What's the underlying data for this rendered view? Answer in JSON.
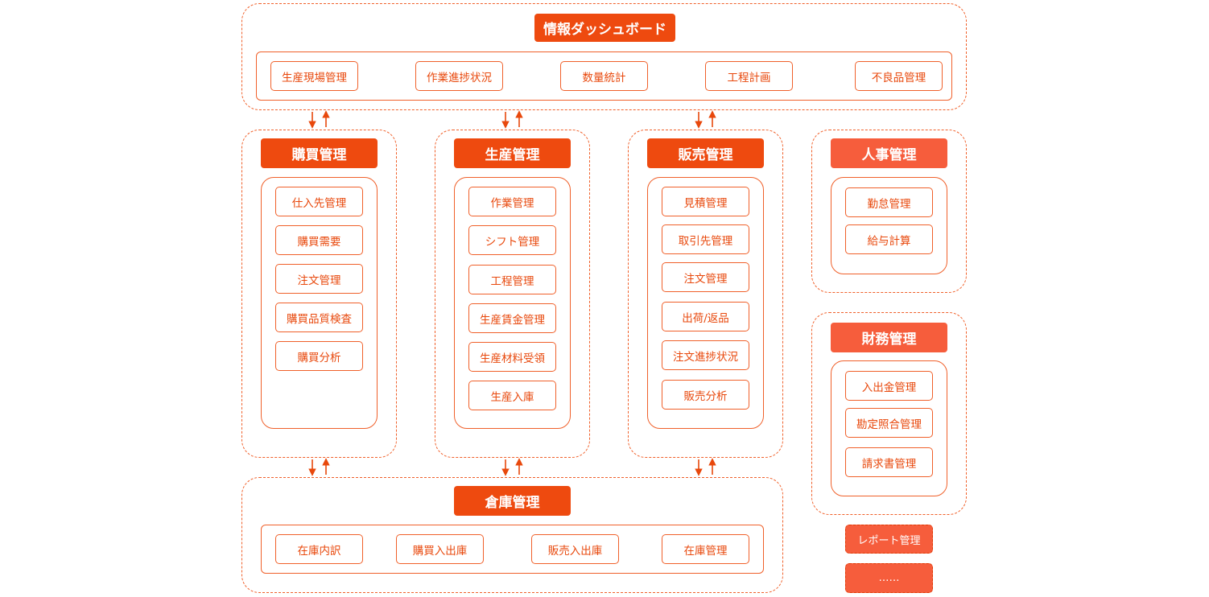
{
  "dashboard": {
    "title": "情報ダッシュボード",
    "items": [
      "生産現場管理",
      "作業進捗状況",
      "数量統計",
      "工程計画",
      "不良品管理"
    ]
  },
  "purchase": {
    "title": "購買管理",
    "items": [
      "仕入先管理",
      "購買需要",
      "注文管理",
      "購買品質検査",
      "購買分析"
    ]
  },
  "production": {
    "title": "生産管理",
    "items": [
      "作業管理",
      "シフト管理",
      "工程管理",
      "生産賃金管理",
      "生産材料受領",
      "生産入庫"
    ]
  },
  "sales": {
    "title": "販売管理",
    "items": [
      "見積管理",
      "取引先管理",
      "注文管理",
      "出荷/返品",
      "注文進捗状況",
      "販売分析"
    ]
  },
  "hr": {
    "title": "人事管理",
    "items": [
      "勤怠管理",
      "給与計算"
    ]
  },
  "finance": {
    "title": "財務管理",
    "items": [
      "入出金管理",
      "勘定照合管理",
      "請求書管理"
    ]
  },
  "warehouse": {
    "title": "倉庫管理",
    "items": [
      "在庫内訳",
      "購買入出庫",
      "販売入出庫",
      "在庫管理"
    ]
  },
  "extras": [
    "レポート管理",
    "……"
  ],
  "colors": {
    "accent": "#ee4a0f",
    "accent_light": "#f65d3c",
    "border": "#f0602a"
  }
}
